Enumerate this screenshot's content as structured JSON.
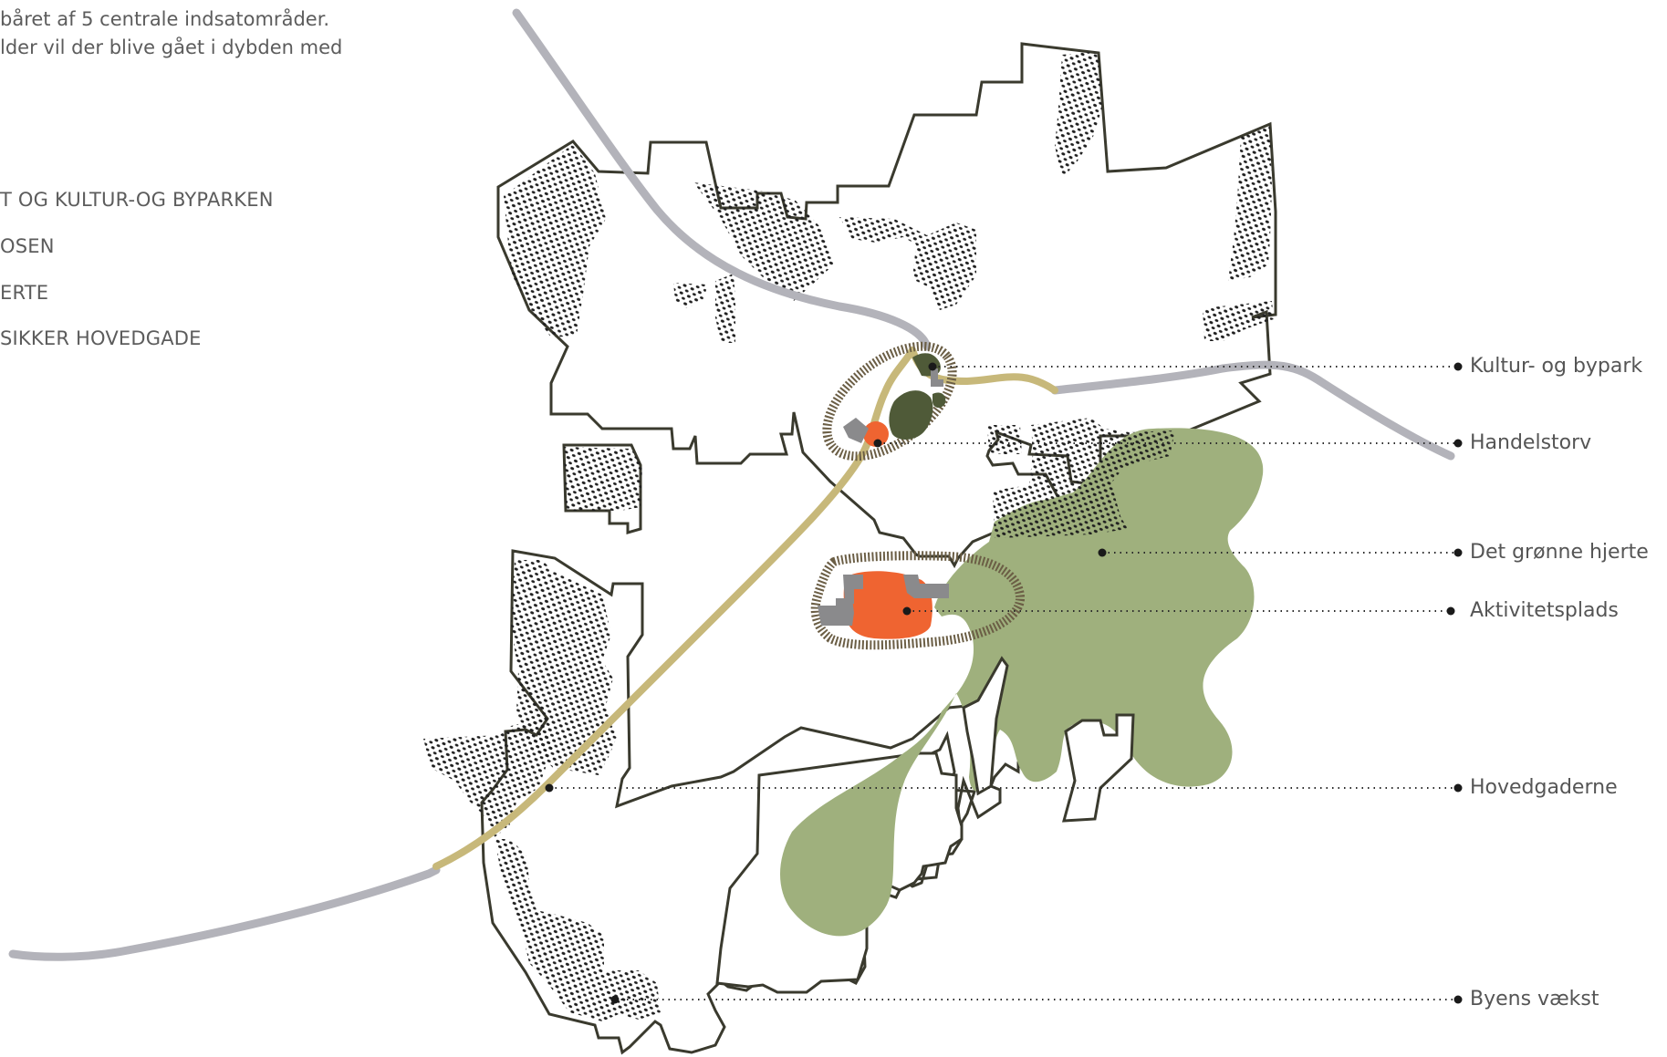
{
  "intro_text": [
    "båret af 5 centrale indsatområder.",
    "lder vil der blive gået i dybden med"
  ],
  "topic_list": [
    "T OG KULTUR-OG BYPARKEN",
    "OSEN",
    "ERTE",
    " SIKKER HOVEDGADE"
  ],
  "map_labels": {
    "kultur": "Kultur- og bypark",
    "handel": "Handelstorv",
    "hjerte": "Det grønne hjerte",
    "aktivitet": "Aktivitetsplads",
    "hovedgade": "Hovedgaderne",
    "vaekst": "Byens vækst"
  },
  "colors": {
    "outline": "#3a3a2e",
    "road_grey": "#b3b3ba",
    "road_main": "#c7b87a",
    "green_area": "#9fb07d",
    "park_dark": "#4f5a38",
    "accent_orange": "#ef6431",
    "building_grey": "#8a8a8c",
    "hatch_ring": "#6b5e45",
    "stipple": "#1f1f1f"
  }
}
